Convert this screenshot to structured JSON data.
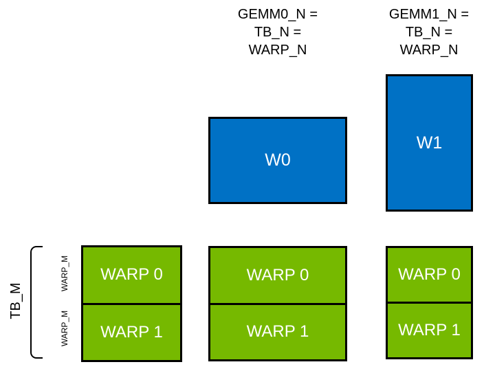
{
  "diagram": {
    "headers": [
      {
        "text": "GEMM0_N =\nTB_N =\nWARP_N"
      },
      {
        "text": "GEMM1_N =\nTB_N =\nWARP_N"
      }
    ],
    "accum_tiles": [
      {
        "label": "W0"
      },
      {
        "label": "W1"
      }
    ],
    "warp_stacks": [
      {
        "cells": [
          {
            "label": "WARP 0"
          },
          {
            "label": "WARP 1"
          }
        ]
      },
      {
        "cells": [
          {
            "label": "WARP 0"
          },
          {
            "label": "WARP 1"
          }
        ]
      },
      {
        "cells": [
          {
            "label": "WARP 0"
          },
          {
            "label": "WARP 1"
          }
        ]
      }
    ],
    "side_labels": {
      "tb_m": "TB_M",
      "warp_m_upper": "WARP_M",
      "warp_m_lower": "WARP_M"
    },
    "colors": {
      "tile_blue": "#0071C5",
      "tile_green": "#76B900",
      "border_black": "#000000",
      "tile_text": "#FFFFFF",
      "label_text": "#000000"
    }
  }
}
